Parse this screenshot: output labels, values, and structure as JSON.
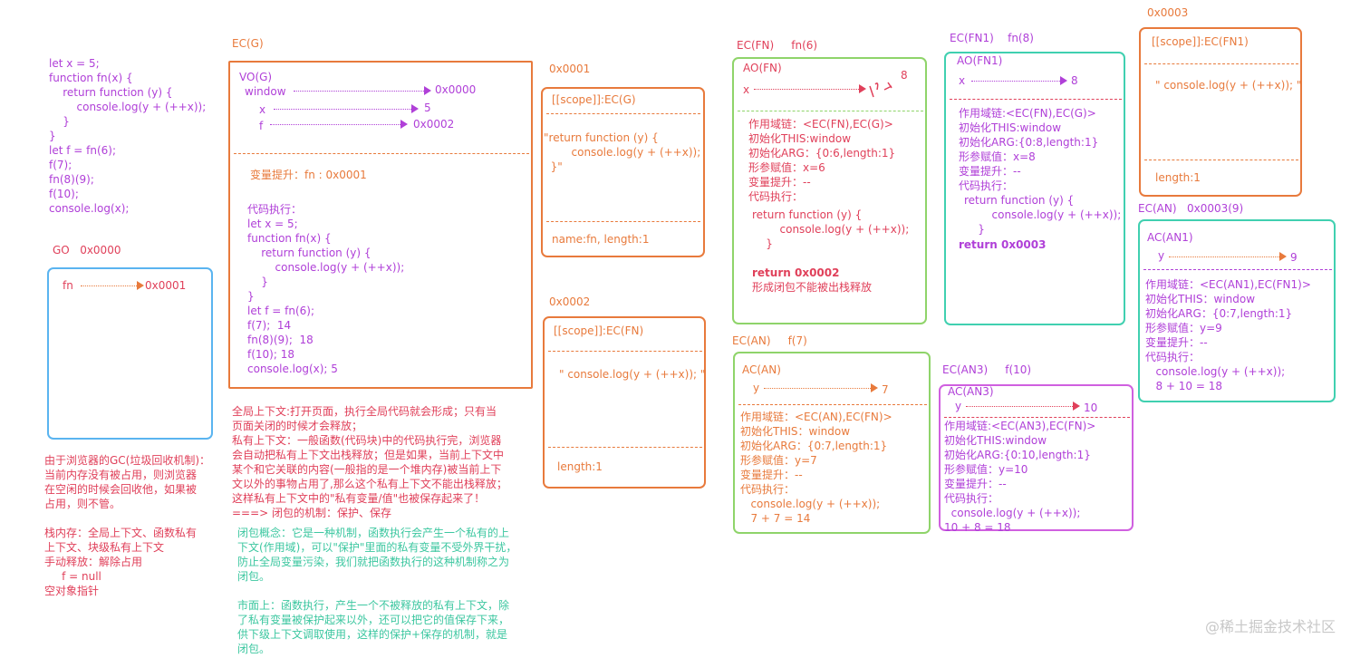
{
  "colors": {
    "purple": "#b040d8",
    "orange": "#e87a3c",
    "red": "#e0405a",
    "green": "#3cc7a0",
    "blue": "#5ab4f0",
    "lightgreen": "#8fd46a",
    "violet": "#d060e0",
    "teal": "#40d0b0"
  },
  "code": "let x = 5;\nfunction fn(x) {\n    return function (y) {\n        console.log(y + (++x));\n    }\n}\nlet f = fn(6);\nf(7);\nfn(8)(9);\nf(10);\nconsole.log(x);",
  "go": {
    "title": "GO   0x0000",
    "fn_label": "fn",
    "fn_target": "0x0001"
  },
  "gc_note": "由于浏览器的GC(垃圾回收机制)：\n当前内存没有被占用，则浏览器\n在空闲的时候会回收他，如果被\n占用，则不管。\n\n栈内存：全局上下文、函数私有\n上下文、块级私有上下文\n手动释放：解除占用\n     f = null\n空对象指针",
  "ecg": {
    "title": "EC(G)",
    "vo": "VO(G)",
    "window": "window",
    "window_target": "0x0000",
    "x": "x",
    "x_target": "5",
    "f": "f",
    "f_target": "0x0002",
    "hoist": "变量提升：fn : 0x0001",
    "exec": "代码执行：\nlet x = 5;\nfunction fn(x) {\n    return function (y) {\n        console.log(y + (++x));\n    }\n}\nlet f = fn(6);\nf(7);  14\nfn(8)(9);  18\nf(10); 18\nconsole.log(x); 5"
  },
  "context_note": "全局上下文:打开页面，执行全局代码就会形成；只有当\n页面关闭的时候才会释放；\n私有上下文：一般函数(代码块)中的代码执行完，浏览器\n会自动把私有上下文出栈释放；但是如果，当前上下文中\n某个和它关联的内容(一般指的是一个堆内存)被当前上下\n文以外的事物占用了,那么这个私有上下文不能出栈释放；\n这样私有上下文中的\"私有变量/值\"也被保存起来了！\n===> 闭包的机制：保护、保存",
  "closure_note": "闭包概念：它是一种机制，函数执行会产生一个私有的上\n下文(作用域)，可以\"保护\"里面的私有变量不受外界干扰，\n防止全局变量污染，我们就把函数执行的这种机制称之为\n闭包。\n\n市面上：函数执行，产生一个不被释放的私有上下文，除\n了私有变量被保护起来以外，还可以把它的值保存下来，\n供下级上下文调取使用，这样的保护+保存的机制，就是\n闭包。",
  "heap_0001": {
    "addr": "0x0001",
    "scope": "[[scope]]:EC(G)",
    "body": "\"return function (y) {\n        console.log(y + (++x));\n  }\"",
    "meta": "name:fn, length:1"
  },
  "heap_0002": {
    "addr": "0x0002",
    "scope": "[[scope]]:EC(FN)",
    "body": "\" console.log(y + (++x)); \"",
    "meta": "length:1"
  },
  "heap_0003": {
    "addr": "0x0003",
    "scope": "[[scope]]:EC(FN1)",
    "body": "\" console.log(y + (++x)); \"",
    "meta": "length:1"
  },
  "ec_fn": {
    "title": "EC(FN)     fn(6)",
    "ao": "AO(FN)",
    "x": "x",
    "x_scribble": "8",
    "scope_chain": "作用域链：<EC(FN),EC(G)>",
    "this": "初始化THIS:window",
    "arg": "初始化ARG：{0:6,length:1}",
    "param": "形参赋值：x=6",
    "hoist": "变量提升：--",
    "exec": "代码执行：",
    "code": "return function (y) {\n        console.log(y + (++x));\n    }",
    "ret": "return 0x0002",
    "note": "形成闭包不能被出栈释放"
  },
  "ec_fn1": {
    "title": "EC(FN1)    fn(8)",
    "ao": "AO(FN1)",
    "x": "x",
    "x_target": "8",
    "scope_chain": "作用域链:<EC(FN),EC(G)>",
    "this": "初始化THIS:window",
    "arg": "初始化ARG:{0:8,length:1}",
    "param": "形参赋值：x=8",
    "hoist": "变量提升：--",
    "exec": "代码执行：",
    "code": "return function (y) {\n        console.log(y + (++x));\n    }",
    "ret": "return 0x0003"
  },
  "ec_an": {
    "title": "EC(AN)     f(7)",
    "ac": "AC(AN)",
    "y": "y",
    "y_target": "7",
    "scope_chain": "作用域链：<EC(AN),EC(FN)>",
    "this": "初始化THIS：window",
    "arg": "初始化ARG：{0:7,length:1}",
    "param": "形参赋值：y=7",
    "hoist": "变量提升：--",
    "exec": "代码执行：",
    "code": "   console.log(y + (++x));\n   7 + 7 = 14"
  },
  "ec_an3": {
    "title": "EC(AN3)     f(10)",
    "ac": "AC(AN3)",
    "y": "y",
    "y_target": "10",
    "scope_chain": "作用域链:<EC(AN3),EC(FN)>",
    "this": "初始化THIS:window",
    "arg": "初始化ARG:{0:10,length:1}",
    "param": "形参赋值：y=10",
    "hoist": "变量提升：--",
    "exec": "代码执行：",
    "code": "  console.log(y + (++x));\n10 + 8 = 18"
  },
  "ec_an_9": {
    "title": "EC(AN)   0x0003(9)",
    "ac": "AC(AN1)",
    "y": "y",
    "y_target": "9",
    "scope_chain": "作用域链：<EC(AN1),EC(FN1)>",
    "this": "初始化THIS：window",
    "arg": "初始化ARG：{0:7,length:1}",
    "param": "形参赋值：y=9",
    "hoist": "变量提升：--",
    "exec": "代码执行：",
    "code": "   console.log(y + (++x));\n   8 + 10 = 18"
  },
  "watermark": "@稀土掘金技术社区"
}
